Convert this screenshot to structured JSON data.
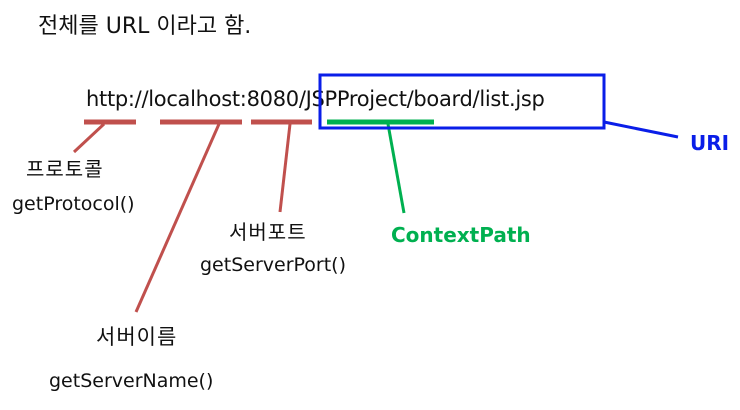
{
  "title": "전체를 URL 이라고 함.",
  "url": "http://localhost:8080/JSPProject/board/list.jsp",
  "colors": {
    "protocol_part": "#c0504d",
    "context_path": "#00b050",
    "uri": "#0a1ee8",
    "text": "#111111"
  },
  "labels": {
    "protocol": {
      "korean": "프로토콜",
      "method": "getProtocol()"
    },
    "server_port": {
      "korean": "서버포트",
      "method": "getServerPort()"
    },
    "server_name": {
      "korean": "서버이름",
      "method": "getServerName()"
    },
    "context_path": "ContextPath",
    "uri": "URI"
  }
}
